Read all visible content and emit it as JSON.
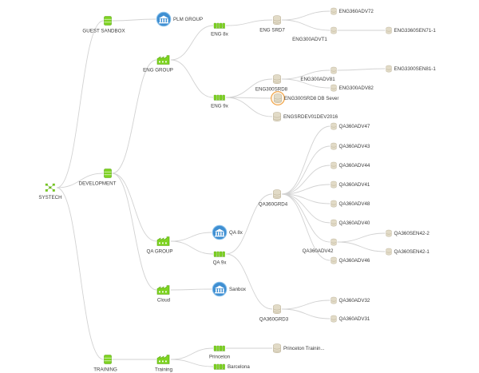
{
  "colors": {
    "green": "#7ed321",
    "green_dark": "#58a60f",
    "edge": "#d2d2d2",
    "label": "#3b3b3b",
    "blue": "#3f8fd2",
    "server_light": "#e2dbc7",
    "server_dark": "#b8ad92",
    "highlight": "#f0a040"
  },
  "nodes": [
    {
      "id": "systech",
      "label": "SYSTECH",
      "icon": "network-icon",
      "interactable": true
    },
    {
      "id": "guest_sandbox",
      "label": "GUEST SANDBOX",
      "icon": "server-stack-icon",
      "interactable": true
    },
    {
      "id": "development",
      "label": "DEVELOPMENT",
      "icon": "server-stack-icon",
      "interactable": true
    },
    {
      "id": "training",
      "label": "TRAINING",
      "icon": "server-stack-icon",
      "interactable": true
    },
    {
      "id": "plm_group",
      "label": "PLM GROUP",
      "icon": "datacenter-icon",
      "interactable": true
    },
    {
      "id": "eng_group",
      "label": "ENG GROUP",
      "icon": "factory-icon",
      "interactable": true
    },
    {
      "id": "qa_group",
      "label": "QA GROUP",
      "icon": "factory-icon",
      "interactable": true
    },
    {
      "id": "cloud",
      "label": "Cloud",
      "icon": "factory-icon",
      "interactable": true
    },
    {
      "id": "training_group",
      "label": "Training",
      "icon": "factory-icon",
      "interactable": true
    },
    {
      "id": "eng_8x",
      "label": "ENG 8x",
      "icon": "cluster-icon",
      "interactable": true
    },
    {
      "id": "eng_9x",
      "label": "ENG 9x",
      "icon": "cluster-icon",
      "interactable": true
    },
    {
      "id": "qa_8x",
      "label": "QA 8x",
      "icon": "datacenter-icon",
      "interactable": true
    },
    {
      "id": "qa_9x",
      "label": "QA 9x",
      "icon": "cluster-icon",
      "interactable": true
    },
    {
      "id": "sanbox",
      "label": "Sanbox",
      "icon": "datacenter-icon",
      "interactable": true
    },
    {
      "id": "princeton",
      "label": "Princeton",
      "icon": "cluster-icon",
      "interactable": true
    },
    {
      "id": "barcelona",
      "label": "Barcelona",
      "icon": "cluster-icon",
      "interactable": true
    },
    {
      "id": "engsrd7",
      "label": "ENG SRD7",
      "icon": "server-icon",
      "interactable": true
    },
    {
      "id": "engsrd8",
      "label": "ENG300SRD8",
      "icon": "server-icon",
      "interactable": true
    },
    {
      "id": "eng300srd8_db",
      "label": "ENG300SRD8 DB Sever",
      "icon": "server-highlight-icon",
      "interactable": true
    },
    {
      "id": "engsrdev",
      "label": "ENGSRDEV01DEV2016",
      "icon": "server-icon",
      "interactable": true
    },
    {
      "id": "qa360grd4",
      "label": "QA360GRD4",
      "icon": "server-icon",
      "interactable": true
    },
    {
      "id": "qa360grd3",
      "label": "QA360GRD3",
      "icon": "server-icon",
      "interactable": true
    },
    {
      "id": "princeton_training",
      "label": "Princeton Trainin...",
      "icon": "server-icon",
      "interactable": true
    },
    {
      "id": "eng360adv72",
      "label": "ENG360ADV72",
      "icon": "server-small-icon",
      "interactable": true
    },
    {
      "id": "eng300advt1",
      "label": "ENG300ADVT1",
      "icon": "server-small-icon",
      "interactable": true
    },
    {
      "id": "eng3360sen71",
      "label": "ENG3360SEN71-1",
      "icon": "server-small-icon",
      "interactable": true
    },
    {
      "id": "eng300adv81",
      "label": "ENG300ADV81",
      "icon": "server-small-icon",
      "interactable": true
    },
    {
      "id": "eng3300sen81",
      "label": "ENG3300SEN81-1",
      "icon": "server-small-icon",
      "interactable": true
    },
    {
      "id": "eng300adv82",
      "label": "ENG300ADV82",
      "icon": "server-small-icon",
      "interactable": true
    },
    {
      "id": "qa360adv47",
      "label": "QA360ADV47",
      "icon": "server-small-icon",
      "interactable": true
    },
    {
      "id": "qa360adv43",
      "label": "QA360ADV43",
      "icon": "server-small-icon",
      "interactable": true
    },
    {
      "id": "qa360adv44",
      "label": "QA360ADV44",
      "icon": "server-small-icon",
      "interactable": true
    },
    {
      "id": "qa360adv41",
      "label": "QA360ADV41",
      "icon": "server-small-icon",
      "interactable": true
    },
    {
      "id": "qa360adv48",
      "label": "QA360ADV48",
      "icon": "server-small-icon",
      "interactable": true
    },
    {
      "id": "qa360adv40",
      "label": "QA360ADV40",
      "icon": "server-small-icon",
      "interactable": true
    },
    {
      "id": "qa360adv42",
      "label": "QA360ADV42",
      "icon": "server-small-icon",
      "interactable": true
    },
    {
      "id": "qa360adv46",
      "label": "QA360ADV46",
      "icon": "server-small-icon",
      "interactable": true
    },
    {
      "id": "qa360sen42_2",
      "label": "QA360SEN42-2",
      "icon": "server-small-icon",
      "interactable": true
    },
    {
      "id": "qa360sen42_1",
      "label": "QA360SEN42-1",
      "icon": "server-small-icon",
      "interactable": true
    },
    {
      "id": "qa360adv32",
      "label": "QA360ADV32",
      "icon": "server-small-icon",
      "interactable": true
    },
    {
      "id": "qa360adv31",
      "label": "QA360ADV31",
      "icon": "server-small-icon",
      "interactable": true
    }
  ],
  "edges": [
    [
      "systech",
      "guest_sandbox"
    ],
    [
      "systech",
      "development"
    ],
    [
      "systech",
      "training"
    ],
    [
      "guest_sandbox",
      "plm_group"
    ],
    [
      "development",
      "eng_group"
    ],
    [
      "development",
      "qa_group"
    ],
    [
      "development",
      "cloud"
    ],
    [
      "training",
      "training_group"
    ],
    [
      "eng_group",
      "eng_8x"
    ],
    [
      "eng_group",
      "eng_9x"
    ],
    [
      "eng_8x",
      "engsrd7"
    ],
    [
      "engsrd7",
      "eng360adv72"
    ],
    [
      "engsrd7",
      "eng300advt1"
    ],
    [
      "eng300advt1",
      "eng3360sen71"
    ],
    [
      "eng_9x",
      "engsrd8"
    ],
    [
      "eng_9x",
      "eng300srd8_db"
    ],
    [
      "eng_9x",
      "engsrdev"
    ],
    [
      "engsrd8",
      "eng300adv81"
    ],
    [
      "engsrd8",
      "eng300adv82"
    ],
    [
      "eng300adv81",
      "eng3300sen81"
    ],
    [
      "qa_group",
      "qa_8x"
    ],
    [
      "qa_group",
      "qa_9x"
    ],
    [
      "qa_9x",
      "qa360grd4"
    ],
    [
      "qa_9x",
      "qa360grd3"
    ],
    [
      "qa360grd4",
      "qa360adv47"
    ],
    [
      "qa360grd4",
      "qa360adv43"
    ],
    [
      "qa360grd4",
      "qa360adv44"
    ],
    [
      "qa360grd4",
      "qa360adv41"
    ],
    [
      "qa360grd4",
      "qa360adv48"
    ],
    [
      "qa360grd4",
      "qa360adv40"
    ],
    [
      "qa360grd4",
      "qa360adv42"
    ],
    [
      "qa360grd4",
      "qa360adv46"
    ],
    [
      "qa360adv42",
      "qa360sen42_2"
    ],
    [
      "qa360adv42",
      "qa360sen42_1"
    ],
    [
      "qa360grd3",
      "qa360adv32"
    ],
    [
      "qa360grd3",
      "qa360adv31"
    ],
    [
      "cloud",
      "sanbox"
    ],
    [
      "training_group",
      "princeton"
    ],
    [
      "training_group",
      "barcelona"
    ],
    [
      "princeton",
      "princeton_training"
    ]
  ]
}
